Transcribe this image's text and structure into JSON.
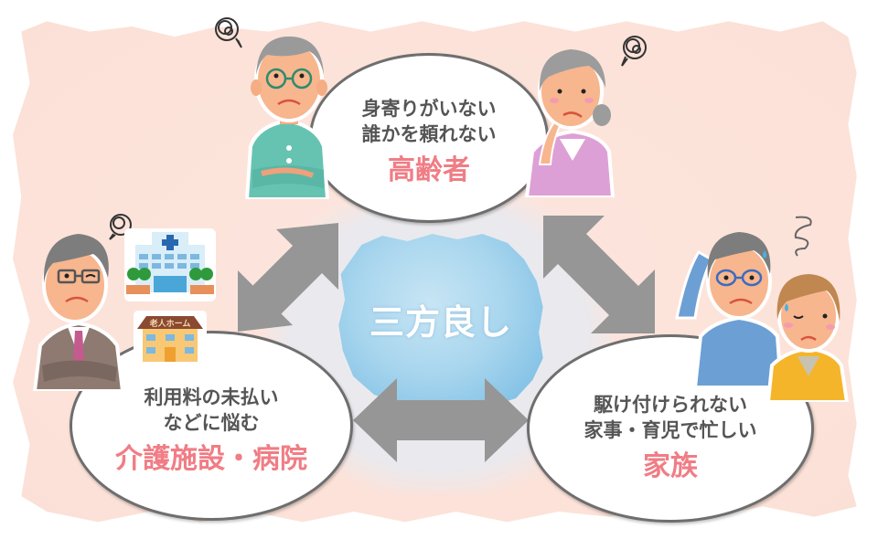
{
  "diagram": {
    "center": {
      "label": "三方良し",
      "color": "#8cc6e7"
    },
    "nodes": [
      {
        "id": "elderly",
        "lines": [
          "身寄りがいない",
          "誰かを頼れない"
        ],
        "title": "高齢者",
        "people": [
          "elderly-man",
          "elderly-woman"
        ]
      },
      {
        "id": "facility",
        "lines": [
          "利用料の未払い",
          "などに悩む"
        ],
        "title": "介護施設・病院",
        "people": [
          "businessman"
        ],
        "buildings": [
          {
            "name": "hospital"
          },
          {
            "name": "nursing-home",
            "sign": "老人ホーム"
          }
        ]
      },
      {
        "id": "family",
        "lines": [
          "駆け付けられない",
          "家事・育児で忙しい"
        ],
        "title": "家族",
        "people": [
          "middle-aged-man",
          "middle-aged-woman"
        ]
      }
    ],
    "arrows": [
      {
        "from": "elderly",
        "to": "facility",
        "type": "bidirectional"
      },
      {
        "from": "elderly",
        "to": "family",
        "type": "bidirectional"
      },
      {
        "from": "facility",
        "to": "family",
        "type": "bidirectional"
      }
    ],
    "colors": {
      "title_pink": "#f07d85",
      "text_grey": "#555555",
      "arrow_grey": "#969696",
      "background_wash": "#fce3da"
    }
  }
}
